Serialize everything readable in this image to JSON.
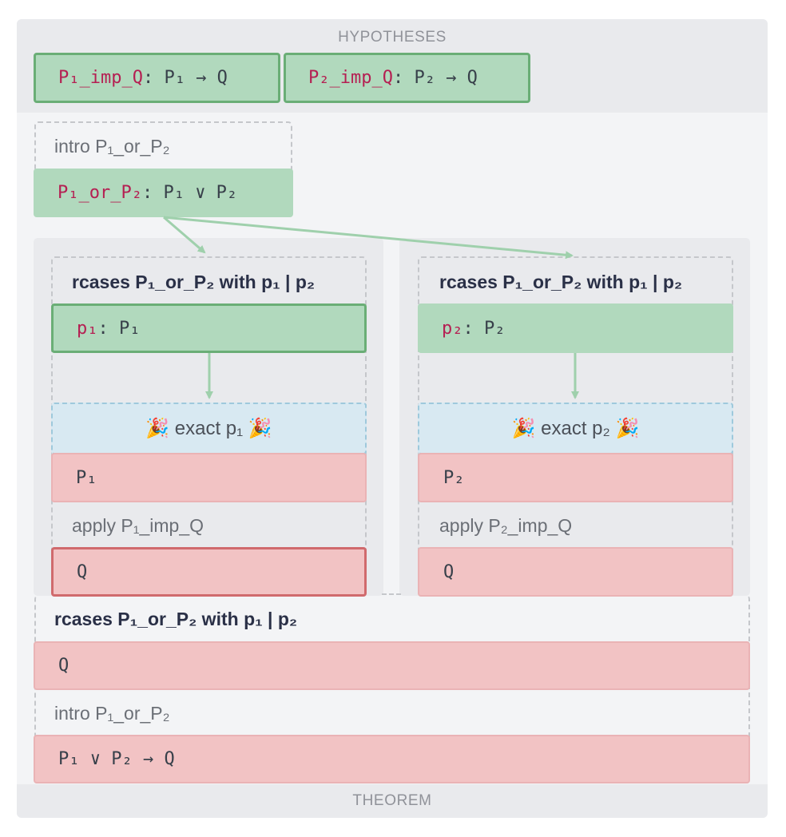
{
  "hypotheses_label": "HYPOTHESES",
  "theorem_label": "THEOREM",
  "hypotheses": [
    {
      "name": "P₁_imp_Q",
      "type": ": P₁ → Q"
    },
    {
      "name": "P₂_imp_Q",
      "type": ": P₂ → Q"
    }
  ],
  "intro_top": {
    "tactic": "intro P₁_or_P₂",
    "name": "P₁_or_P₂",
    "type": ": P₁ ∨ P₂"
  },
  "cases": [
    {
      "tactic": "rcases P₁_or_P₂ with p₁ | p₂",
      "hyp_name": "p₁",
      "hyp_type": ": P₁",
      "exact": "exact p₁",
      "goal": "P₁",
      "apply": "apply P₁_imp_Q",
      "result": "Q"
    },
    {
      "tactic": "rcases P₁_or_P₂ with p₁ | p₂",
      "hyp_name": "p₂",
      "hyp_type": ": P₂",
      "exact": "exact p₂",
      "goal": "P₂",
      "apply": "apply P₂_imp_Q",
      "result": "Q"
    }
  ],
  "bottom": {
    "rcases_tactic": "rcases P₁_or_P₂ with p₁ | p₂",
    "rcases_goal": "Q",
    "intro_tactic": "intro P₁_or_P₂",
    "theorem_goal": "P₁ ∨ P₂ → Q"
  },
  "celebration_icon": "🎉",
  "colors": {
    "hyp_green": "#b1d9bd",
    "goal_red": "#f2c3c4",
    "exact_blue": "#d8e9f2",
    "hyp_name": "#b51f52",
    "arrow": "#9fd0ac"
  }
}
